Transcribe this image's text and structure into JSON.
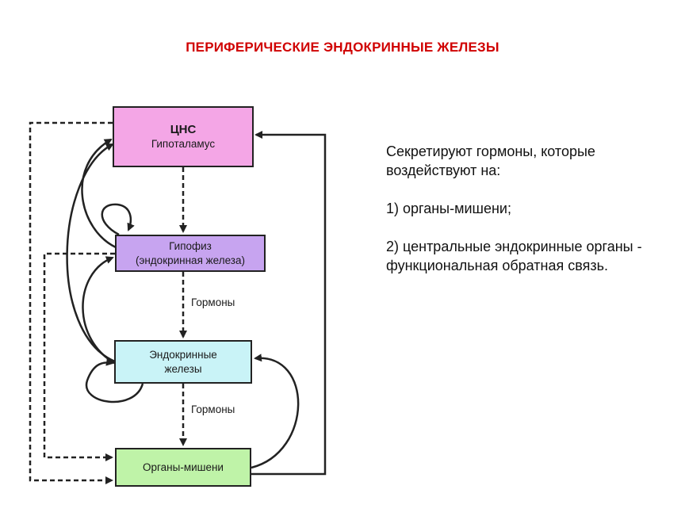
{
  "title": "ПЕРИФЕРИЧЕСКИЕ ЭНДОКРИННЫЕ ЖЕЛЕЗЫ",
  "diagram": {
    "nodes": {
      "cns": {
        "main": "ЦНС",
        "sub": "Гипоталамус",
        "color": "#f4a6e6"
      },
      "pituitary": {
        "line1": "Гипофиз",
        "line2": "(эндокринная железа)",
        "color": "#c7a4f0"
      },
      "endocrine": {
        "line1": "Эндокринные",
        "line2": "железы",
        "color": "#c9f3f7"
      },
      "target": {
        "label": "Органы-мишени",
        "color": "#bff3a8"
      }
    },
    "edges": {
      "hormones_1": "Гормоны",
      "hormones_2": "Гормоны"
    }
  },
  "description": {
    "intro": "Секретируют гормоны, которые воздействуют на:",
    "item1": "1) органы-мишени;",
    "item2": "2) центральные эндокринные органы - функциональная обратная связь."
  },
  "colors": {
    "title": "#d00000",
    "line": "#222222"
  }
}
